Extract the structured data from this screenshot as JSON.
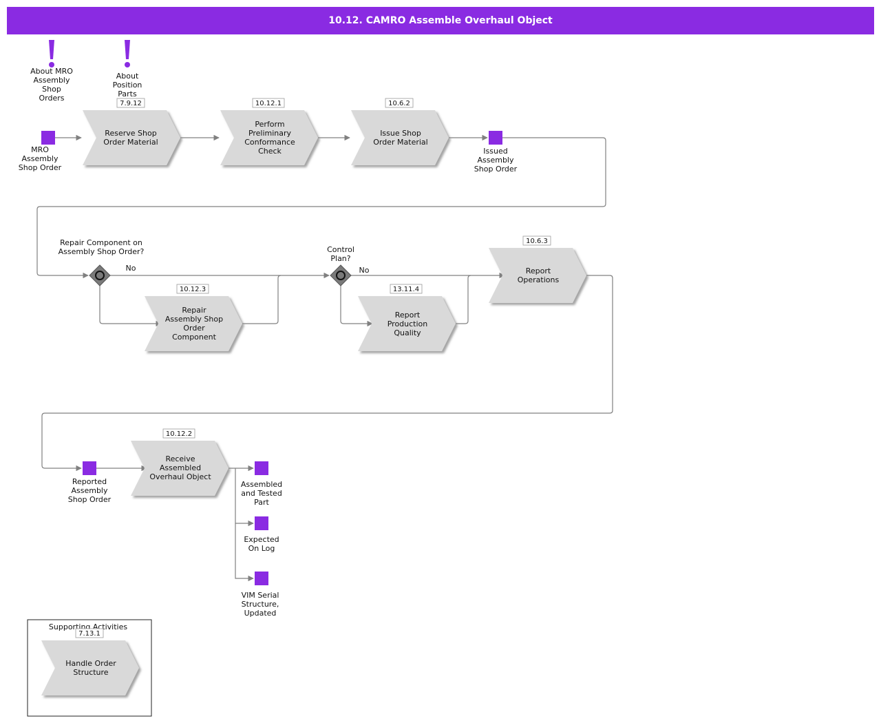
{
  "title": "10.12. CAMRO Assemble Overhaul Object",
  "colors": {
    "header": "#8a2be2",
    "event": "#8a2be2",
    "process": "#d9d9d9",
    "gateway": "#7a7a7a",
    "connector": "#808080"
  },
  "notes": [
    {
      "id": "note-mro",
      "icon": "exclamation-icon",
      "label": "About MRO\nAssembly\nShop\nOrders"
    },
    {
      "id": "note-position",
      "icon": "exclamation-icon",
      "label": "About\nPosition\nParts"
    }
  ],
  "processes": [
    {
      "id": "reserve",
      "ref": "7.9.12",
      "label": "Reserve Shop\nOrder Material"
    },
    {
      "id": "conformance",
      "ref": "10.12.1",
      "label": "Perform\nPreliminary\nConformance\nCheck"
    },
    {
      "id": "issue",
      "ref": "10.6.2",
      "label": "Issue Shop\nOrder Material"
    },
    {
      "id": "repair",
      "ref": "10.12.3",
      "label": "Repair\nAssembly Shop\nOrder\nComponent"
    },
    {
      "id": "quality",
      "ref": "13.11.4",
      "label": "Report\nProduction\nQuality"
    },
    {
      "id": "operations",
      "ref": "10.6.3",
      "label": "Report\nOperations"
    },
    {
      "id": "receive",
      "ref": "10.12.2",
      "label": "Receive\nAssembled\nOverhaul Object"
    },
    {
      "id": "handle",
      "ref": "7.13.1",
      "label": "Handle Order\nStructure"
    }
  ],
  "events": [
    {
      "id": "mro-order",
      "label": "MRO\nAssembly\nShop Order"
    },
    {
      "id": "issued-order",
      "label": "Issued\nAssembly\nShop Order"
    },
    {
      "id": "reported-order",
      "label": "Reported\nAssembly\nShop Order"
    },
    {
      "id": "assembled-part",
      "label": "Assembled\nand Tested\nPart"
    },
    {
      "id": "expected-log",
      "label": "Expected\nOn Log"
    },
    {
      "id": "vim-serial",
      "label": "VIM Serial\nStructure,\nUpdated"
    }
  ],
  "gateways": [
    {
      "id": "gw-repair",
      "question": "Repair Component on\nAssembly Shop Order?",
      "branch": "No"
    },
    {
      "id": "gw-control",
      "question": "Control\nPlan?",
      "branch": "No"
    }
  ],
  "supporting": {
    "title": "Supporting Activities"
  }
}
